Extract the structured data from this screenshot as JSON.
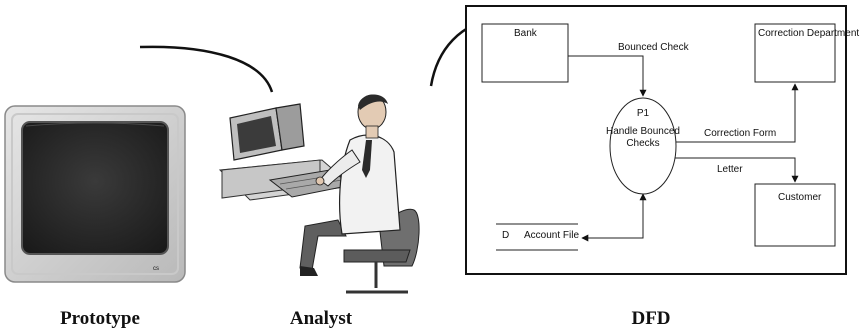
{
  "captions": {
    "prototype": "Prototype",
    "analyst": "Analyst",
    "dfd": "DFD"
  },
  "monitor": {
    "badge": "cs"
  },
  "dfd": {
    "entities": {
      "bank": "Bank",
      "correction_department": "Correction Department",
      "customer": "Customer"
    },
    "process": {
      "id": "P1",
      "line1": "Handle Bounced",
      "line2": "Checks"
    },
    "flows": {
      "bounced_check": "Bounced Check",
      "correction_form": "Correction Form",
      "letter": "Letter"
    },
    "data_store": {
      "id": "D",
      "name": "Account File"
    }
  },
  "icons": [
    "monitor-icon",
    "analyst-at-computer-icon"
  ]
}
